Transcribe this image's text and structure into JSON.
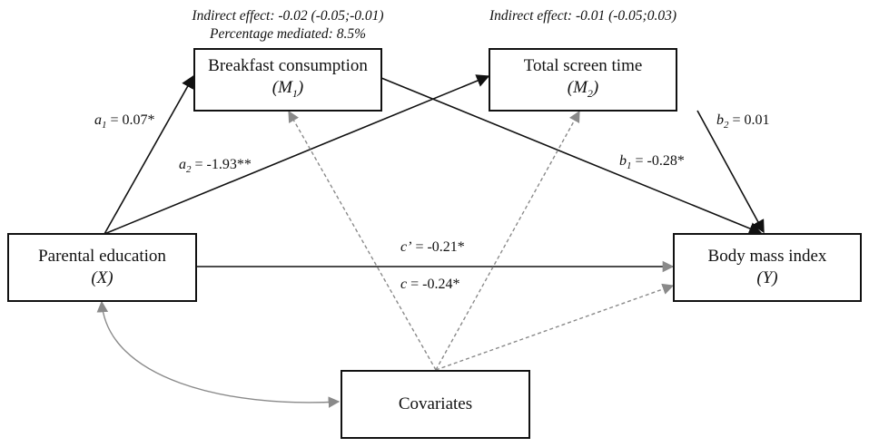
{
  "nodes": {
    "x": {
      "label": "Parental education",
      "symbol": "(X)"
    },
    "m1": {
      "label": "Breakfast consumption",
      "symbol_base": "(M",
      "symbol_sub": "1",
      "symbol_close": ")"
    },
    "m2": {
      "label": "Total screen time",
      "symbol_base": "(M",
      "symbol_sub": "2",
      "symbol_close": ")"
    },
    "y": {
      "label": "Body mass index",
      "symbol": "(Y)"
    },
    "cov": {
      "label": "Covariates"
    }
  },
  "paths": {
    "a1": {
      "coef": "a",
      "sub": "1",
      "value": " = 0.07*"
    },
    "a2": {
      "coef": "a",
      "sub": "2",
      "value": " = -1.93**"
    },
    "b1": {
      "coef": "b",
      "sub": "1",
      "value": " = -0.28*"
    },
    "b2": {
      "coef": "b",
      "sub": "2",
      "value": " = 0.01"
    },
    "c_prime": {
      "coef": "c’",
      "value": " = -0.21*"
    },
    "c": {
      "coef": "c",
      "value": " = -0.24*"
    }
  },
  "notes": {
    "m1_indirect": "Indirect effect: -0.02 (-0.05;-0.01)",
    "m1_percent": "Percentage mediated: 8.5%",
    "m2_indirect": "Indirect effect: -0.01 (-0.05;0.03)"
  },
  "colors": {
    "solid": "#111111",
    "dashed": "#8a8a8a",
    "curve": "#8a8a8a"
  }
}
